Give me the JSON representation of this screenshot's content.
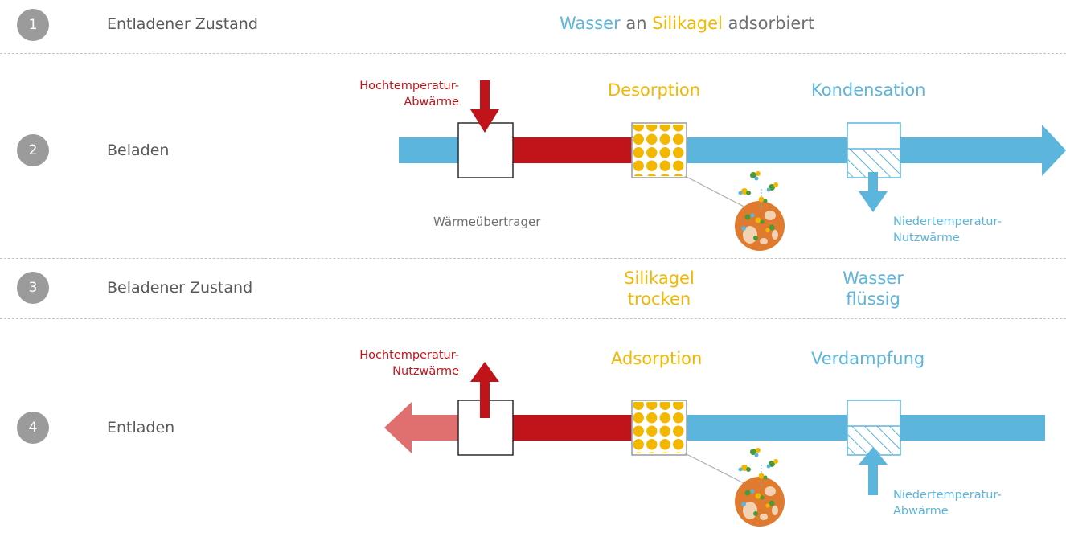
{
  "steps": [
    {
      "number": "1",
      "label": "Entladener Zustand"
    },
    {
      "number": "2",
      "label": "Beladen"
    },
    {
      "number": "3",
      "label": "Beladener Zustand"
    },
    {
      "number": "4",
      "label": "Entladen"
    }
  ],
  "row1": {
    "word_water": "Wasser",
    "word_an": " an ",
    "word_silica": "Silikagel",
    "word_adsorbed": " adsorbiert"
  },
  "row2": {
    "heat_in_line1": "Hochtemperatur-",
    "heat_in_line2": "Abwärme",
    "desorption": "Desorption",
    "condensation": "Kondensation",
    "heat_exchanger": "Wärmeübertrager",
    "out_line1": "Niedertemperatur-",
    "out_line2": "Nutzwärme"
  },
  "row3": {
    "silica_line1": "Silikagel",
    "silica_line2": "trocken",
    "water_line1": "Wasser",
    "water_line2": "flüssig"
  },
  "row4": {
    "heat_out_line1": "Hochtemperatur-",
    "heat_out_line2": "Nutzwärme",
    "adsorption": "Adsorption",
    "evaporation": "Verdampfung",
    "in_line1": "Niedertemperatur-",
    "in_line2": "Abwärme"
  },
  "colors": {
    "red": "#c0141a",
    "light_red": "#e07070",
    "blue": "#5bb5dc",
    "yellow": "#f4b700",
    "gray": "#9b9b9b",
    "sphere": "#e07a2e"
  }
}
